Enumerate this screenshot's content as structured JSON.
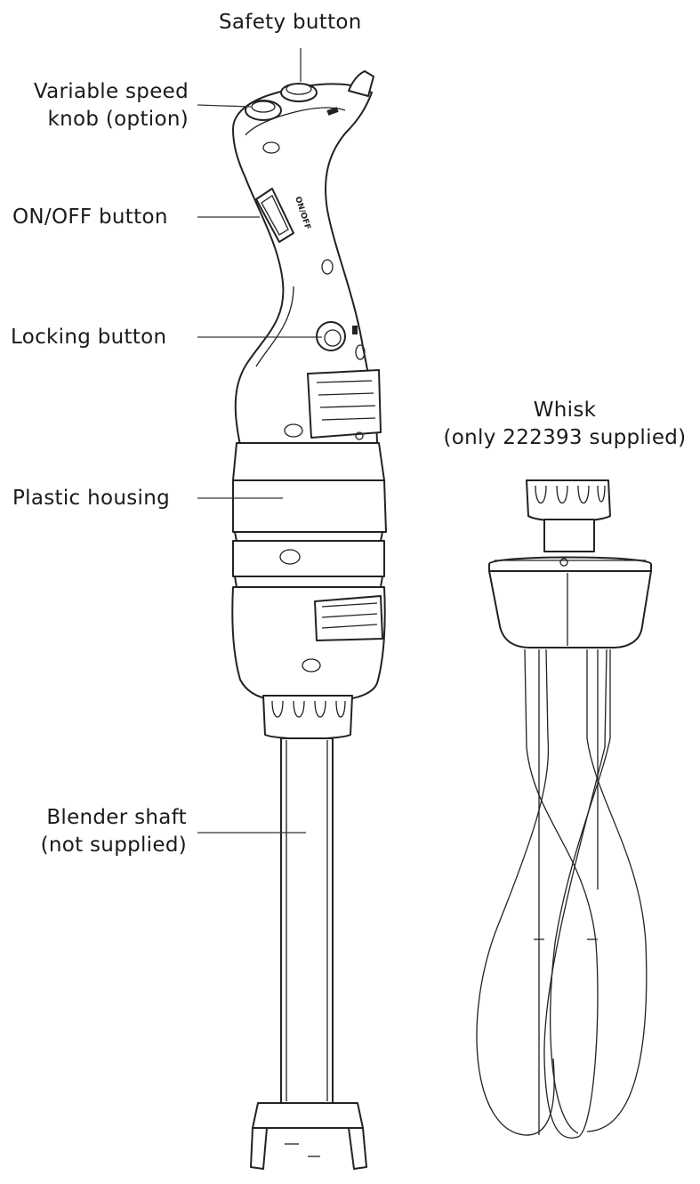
{
  "labels": {
    "safety_button": "Safety button",
    "variable_speed_line1": "Variable speed",
    "variable_speed_line2": "knob (option)",
    "on_off_button": "ON/OFF button",
    "locking_button": "Locking button",
    "plastic_housing": "Plastic housing",
    "blender_shaft_line1": "Blender shaft",
    "blender_shaft_line2": "(not supplied)",
    "whisk_line1": "Whisk",
    "whisk_line2": "(only 222393 supplied)"
  },
  "colors": {
    "line": "#222222",
    "text": "#1a1a1a",
    "background": "#ffffff"
  }
}
